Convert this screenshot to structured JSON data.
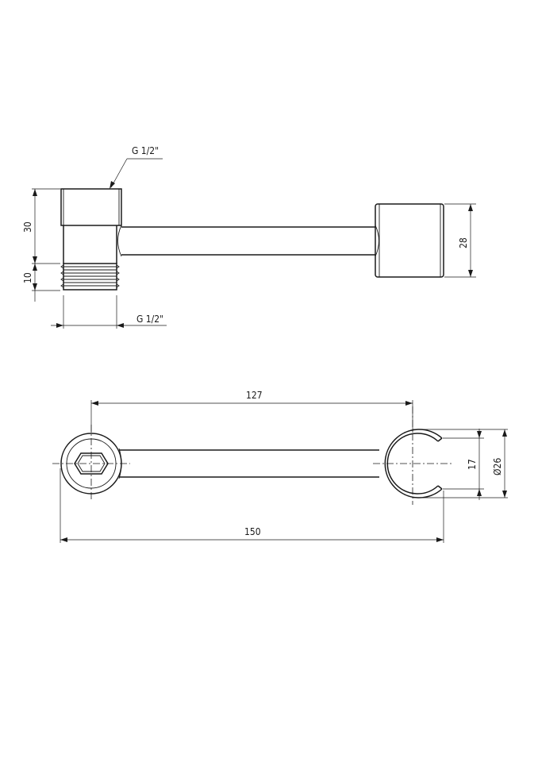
{
  "side_view": {
    "thread_label_top": "G 1/2\"",
    "thread_label_bottom": "G 1/2\"",
    "dim_height_30": "30",
    "dim_thread_10": "10",
    "dim_holder_28": "28"
  },
  "top_view": {
    "dim_centers_127": "127",
    "dim_overall_150": "150",
    "dim_opening_17": "17",
    "dim_diameter_26": "Ø26"
  }
}
